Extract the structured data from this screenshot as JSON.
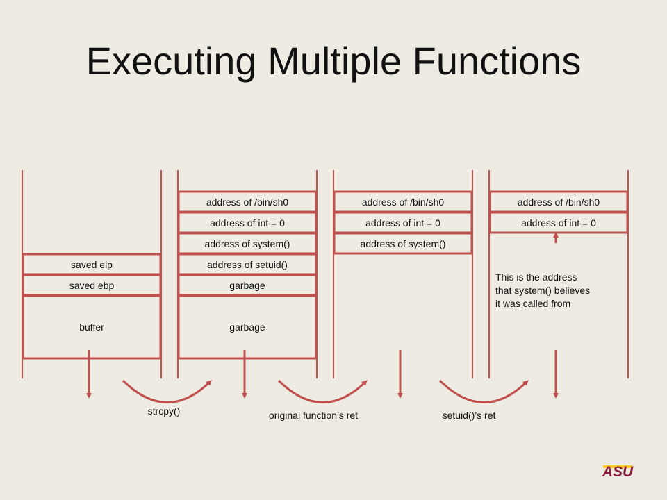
{
  "title": "Executing Multiple Functions",
  "accent": "#c0504d",
  "stacks": [
    {
      "cells": [
        {
          "label": "saved eip"
        },
        {
          "label": "saved ebp"
        },
        {
          "label": "buffer"
        }
      ]
    },
    {
      "cells": [
        {
          "label": "address of /bin/sh0"
        },
        {
          "label": "address of int = 0"
        },
        {
          "label": "address of system()"
        },
        {
          "label": "address of setuid()"
        },
        {
          "label": "garbage"
        },
        {
          "label": "garbage"
        }
      ]
    },
    {
      "cells": [
        {
          "label": "address of /bin/sh0"
        },
        {
          "label": "address of int = 0"
        },
        {
          "label": "address of system()"
        }
      ]
    },
    {
      "cells": [
        {
          "label": "address of /bin/sh0"
        },
        {
          "label": "address of int = 0"
        }
      ]
    }
  ],
  "transitions": [
    "strcpy()",
    "original function’s ret",
    "setuid()’s ret"
  ],
  "annotation": [
    "This is the address",
    "that system() believes",
    "it was called from"
  ],
  "logo": {
    "text": "ASU",
    "color": "#8c1d40",
    "accent": "#ffc627"
  }
}
